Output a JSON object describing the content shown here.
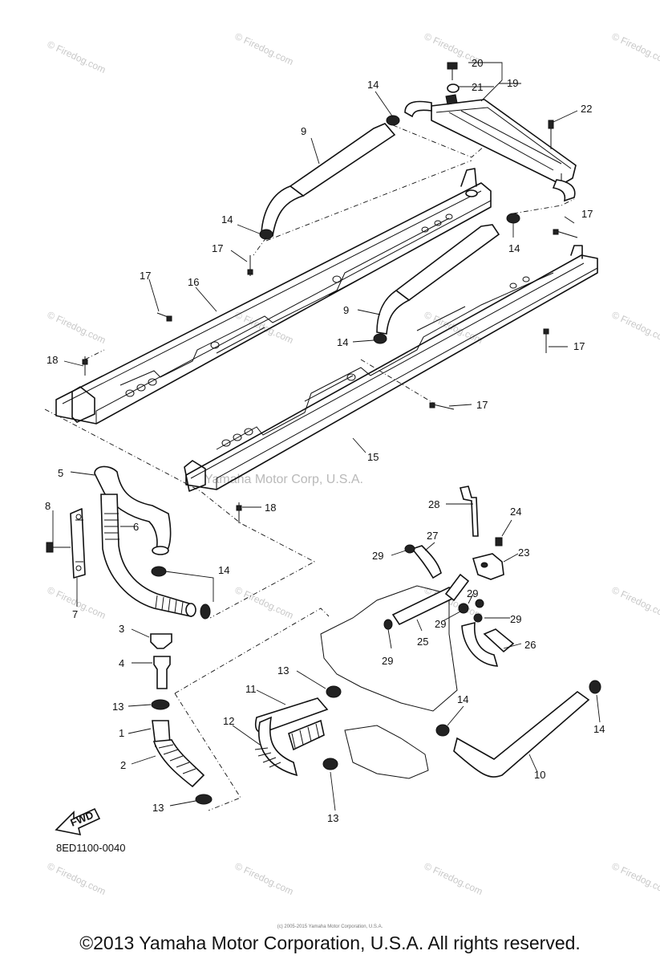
{
  "watermark": "© Firedog.com",
  "center_watermark": "Yamaha Motor Corp, U.S.A.",
  "drawing_code": "8ED1100-0040",
  "fwd_label": "FWD",
  "tiny_copyright": "(c) 2005-2015 Yamaha Motor Corporation, U.S.A.",
  "copyright": "©2013 Yamaha Motor Corporation, U.S.A. All rights reserved.",
  "callouts": {
    "c1": "1",
    "c2": "2",
    "c3": "3",
    "c4": "4",
    "c5": "5",
    "c6": "6",
    "c7": "7",
    "c8": "8",
    "c9a": "9",
    "c9b": "9",
    "c10": "10",
    "c11": "11",
    "c12": "12",
    "c13a": "13",
    "c13b": "13",
    "c13c": "13",
    "c13d": "13",
    "c14a": "14",
    "c14b": "14",
    "c14c": "14",
    "c14d": "14",
    "c14e": "14",
    "c14f": "14",
    "c14g": "14",
    "c15": "15",
    "c16": "16",
    "c17a": "17",
    "c17b": "17",
    "c17c": "17",
    "c17d": "17",
    "c17e": "17",
    "c18a": "18",
    "c18b": "18",
    "c19": "19",
    "c20": "20",
    "c21": "21",
    "c22": "22",
    "c23": "23",
    "c24": "24",
    "c25": "25",
    "c26": "26",
    "c27": "27",
    "c28": "28",
    "c29a": "29",
    "c29b": "29",
    "c29c": "29",
    "c29d": "29",
    "c29e": "29"
  }
}
